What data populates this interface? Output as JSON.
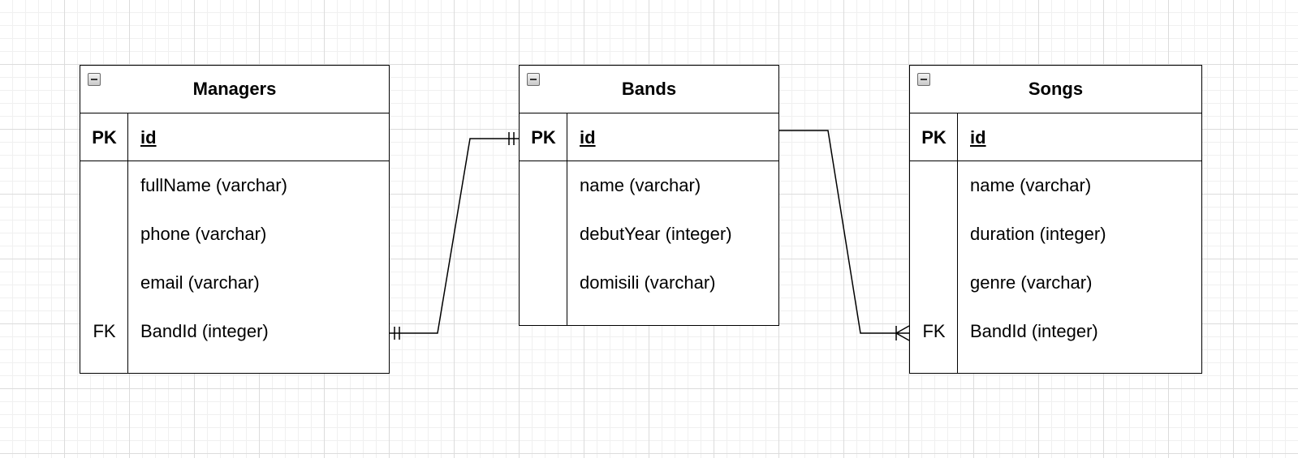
{
  "entities": {
    "managers": {
      "title": "Managers",
      "pk_label": "PK",
      "pk_field": "id",
      "attributes": [
        {
          "key": "",
          "name": "fullName (varchar)"
        },
        {
          "key": "",
          "name": "phone (varchar)"
        },
        {
          "key": "",
          "name": "email (varchar)"
        },
        {
          "key": "FK",
          "name": "BandId (integer)"
        }
      ]
    },
    "bands": {
      "title": "Bands",
      "pk_label": "PK",
      "pk_field": "id",
      "attributes": [
        {
          "key": "",
          "name": "name (varchar)"
        },
        {
          "key": "",
          "name": "debutYear (integer)"
        },
        {
          "key": "",
          "name": "domisili (varchar)"
        }
      ]
    },
    "songs": {
      "title": "Songs",
      "pk_label": "PK",
      "pk_field": "id",
      "attributes": [
        {
          "key": "",
          "name": "name (varchar)"
        },
        {
          "key": "",
          "name": "duration (integer)"
        },
        {
          "key": "",
          "name": "genre (varchar)"
        },
        {
          "key": "FK",
          "name": "BandId (integer)"
        }
      ]
    }
  },
  "relationships": [
    {
      "from": "managers.BandId",
      "to": "bands.id",
      "from_end": "one-and-only-one",
      "to_end": "one-and-only-one"
    },
    {
      "from": "bands.id",
      "to": "songs.BandId",
      "from_end": "none",
      "to_end": "one-or-many"
    }
  ],
  "colors": {
    "line": "#000000",
    "grid": "#dcdcdc",
    "background": "#ffffff"
  },
  "icons": {
    "collapse": "minus-box-icon"
  }
}
